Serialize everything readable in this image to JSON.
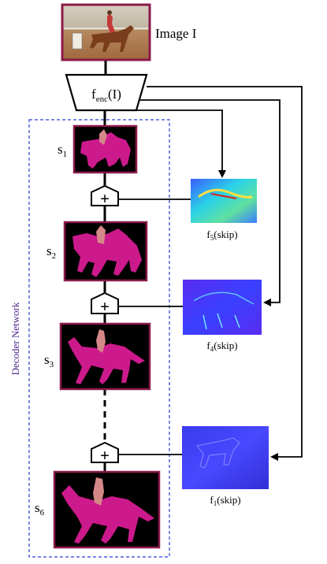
{
  "image_label": "Image I",
  "encoder": {
    "label_main": "f",
    "label_sub": "enc",
    "label_arg": "(I)"
  },
  "decoder_label": "Decoder Network",
  "stages": [
    {
      "name": "s",
      "sub": "1"
    },
    {
      "name": "s",
      "sub": "2"
    },
    {
      "name": "s",
      "sub": "3"
    },
    {
      "name": "s",
      "sub": "6"
    }
  ],
  "skips": [
    {
      "name": "f",
      "sub": "5",
      "suffix": "(skip)"
    },
    {
      "name": "f",
      "sub": "4",
      "suffix": "(skip)"
    },
    {
      "name": "f",
      "sub": "1",
      "suffix": "(skip)"
    }
  ],
  "add_symbol": "+",
  "colors": {
    "frame": "#8b1a4a",
    "mask_body": "#cc1a8c",
    "mask_rider": "#d48888",
    "decoder_box": "#2a3fd6",
    "decoder_text": "#4a2a8a",
    "photo_sky": "#cfc6b5",
    "photo_ground": "#b07a52",
    "horse": "#7a3e1c"
  }
}
